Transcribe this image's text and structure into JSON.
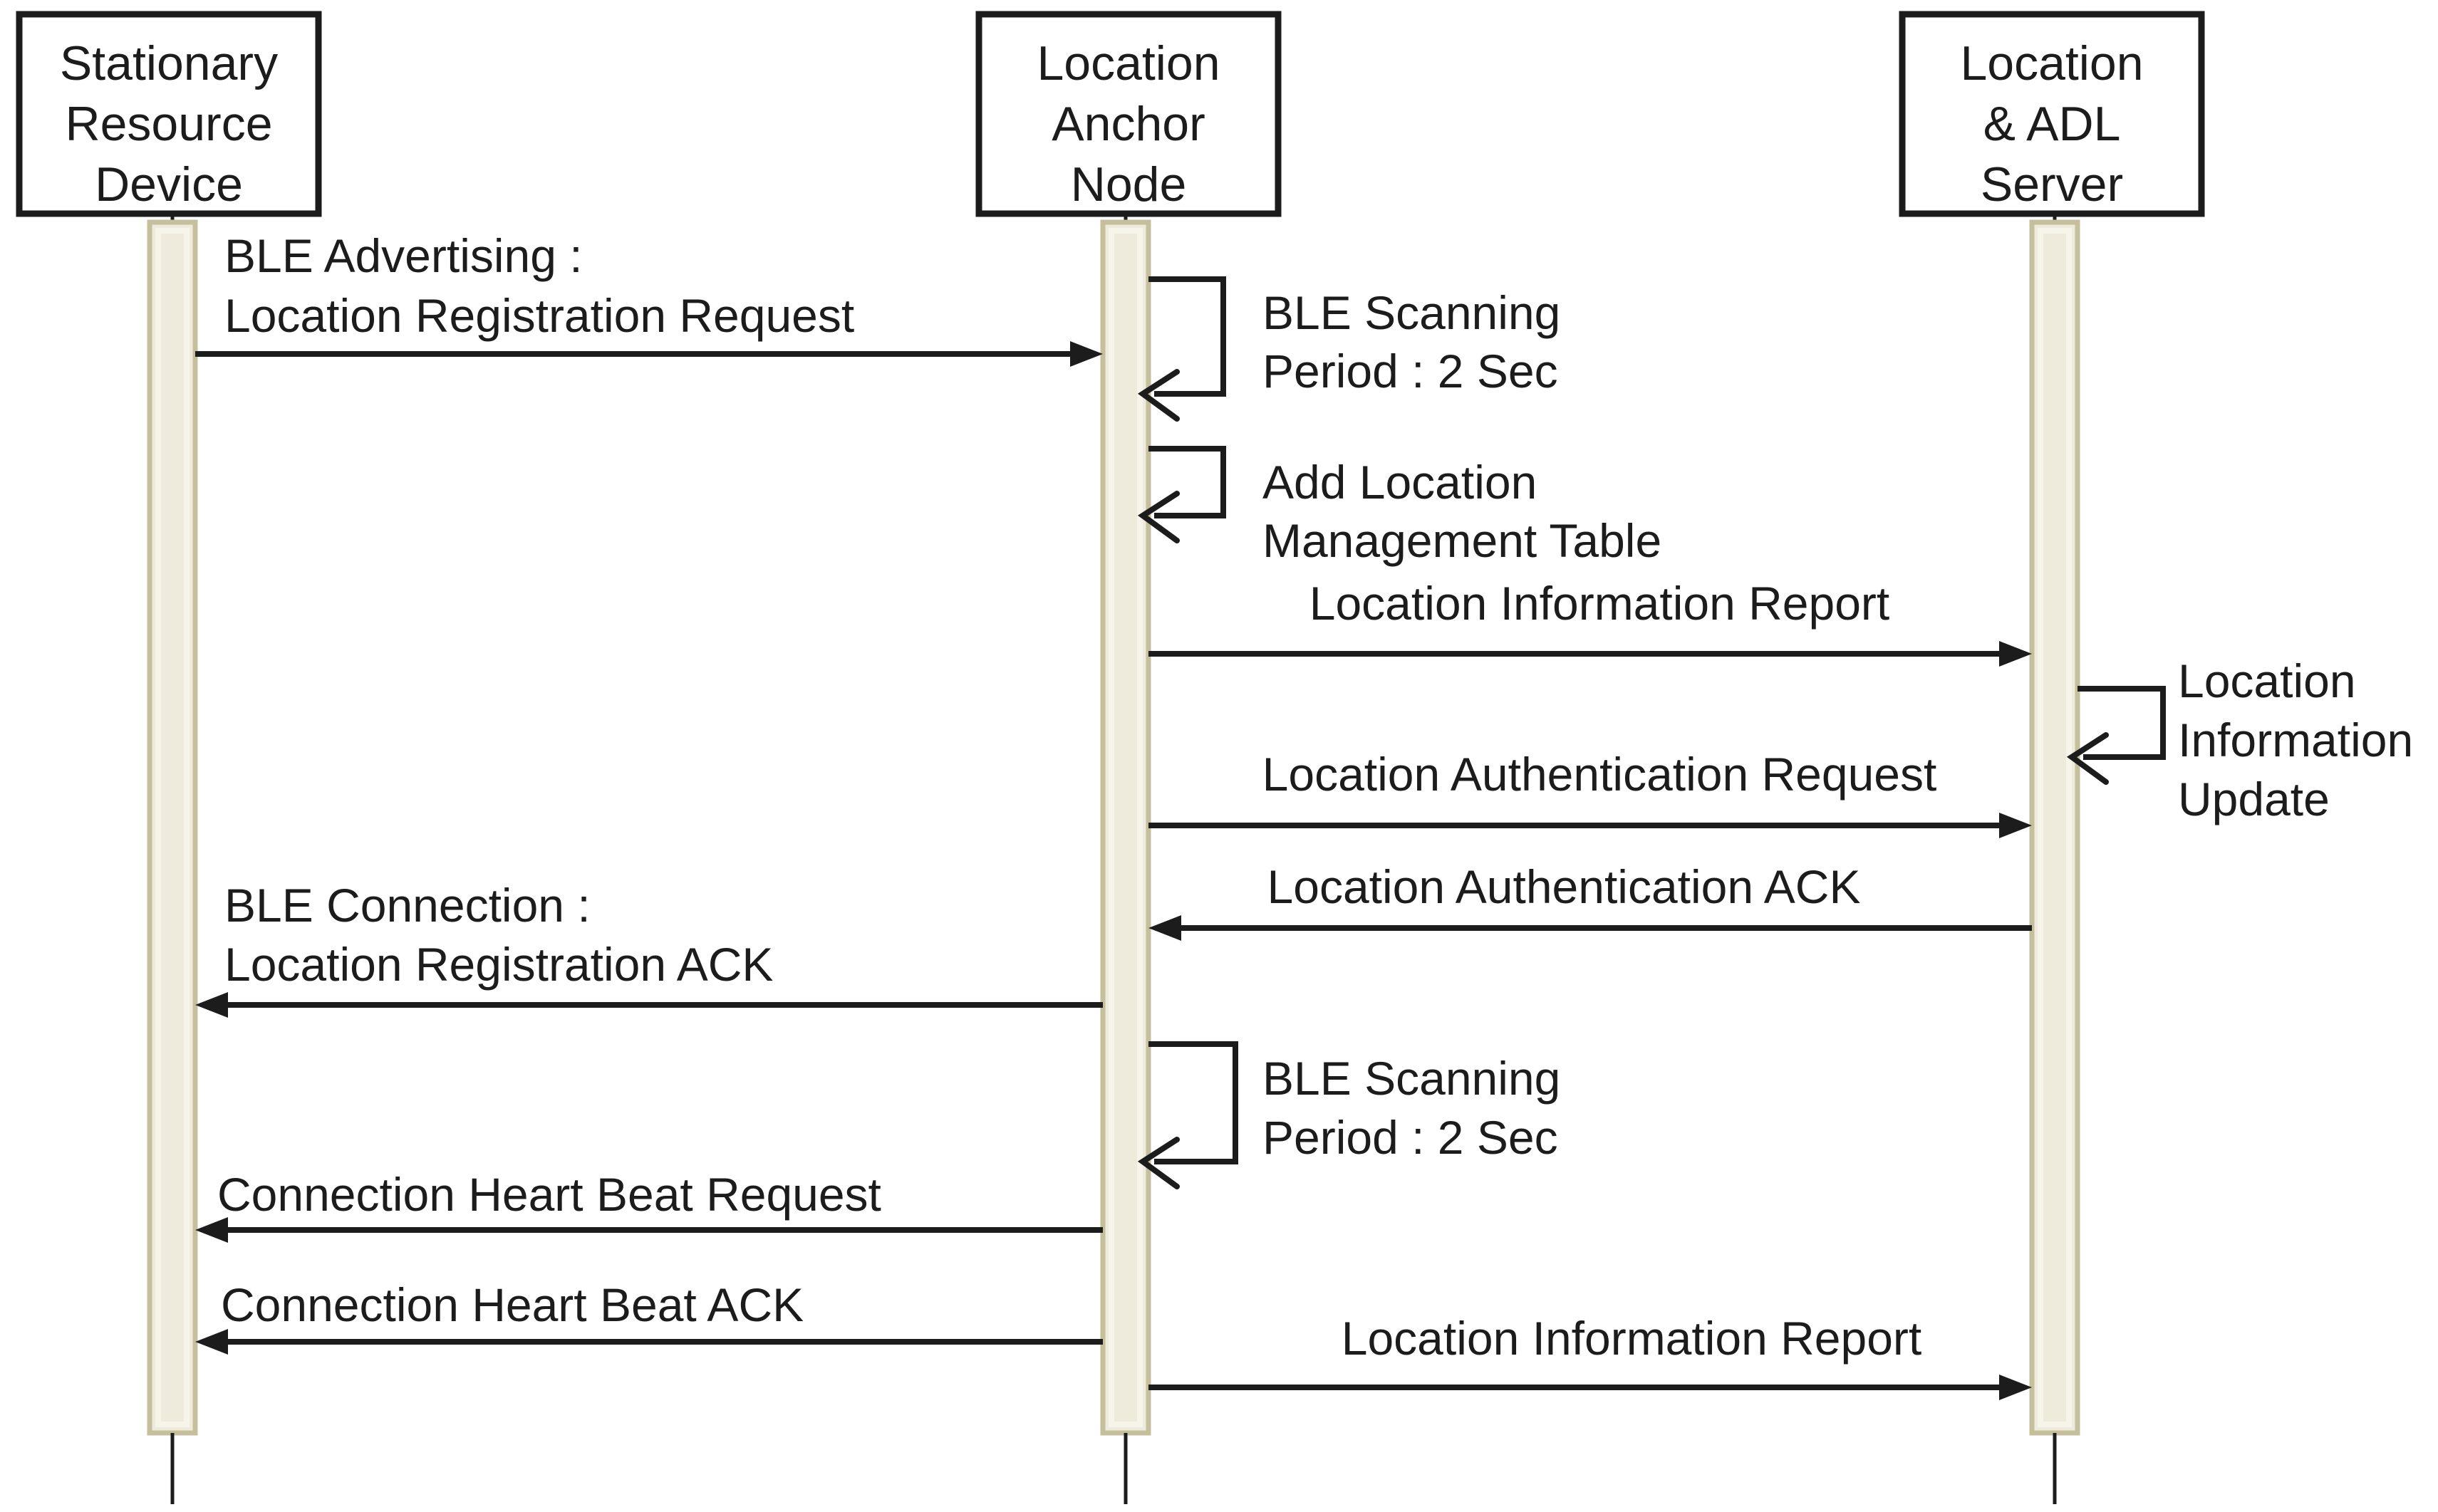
{
  "diagram_type": "sequence-diagram",
  "colors": {
    "background": "#ffffff",
    "line": "#1c1c1c",
    "text": "#1c1c1c",
    "actor_box_fill": "#ffffff",
    "actor_box_border": "#1c1c1c",
    "activation_fill": "#eeebdc",
    "activation_border": "#c5bf9b",
    "activation_highlight": "#f7f5e9"
  },
  "actors": [
    {
      "id": "stationary-resource-device",
      "lines": [
        "Stationary",
        "Resource",
        "Device"
      ]
    },
    {
      "id": "location-anchor-node",
      "lines": [
        "Location",
        "Anchor",
        "Node"
      ]
    },
    {
      "id": "location-adl-server",
      "lines": [
        "Location",
        "& ADL",
        "Server"
      ]
    }
  ],
  "messages": [
    {
      "id": "m1",
      "type": "message",
      "from": "stationary-resource-device",
      "to": "location-anchor-node",
      "direction": "right",
      "lines": [
        "BLE Advertising :",
        "Location Registration Request"
      ]
    },
    {
      "id": "m2",
      "type": "self",
      "actor": "location-anchor-node",
      "lines": [
        "BLE Scanning",
        "Period : 2 Sec"
      ]
    },
    {
      "id": "m3",
      "type": "self",
      "actor": "location-anchor-node",
      "lines": [
        "Add Location",
        "Management Table"
      ]
    },
    {
      "id": "m4",
      "type": "message",
      "from": "location-anchor-node",
      "to": "location-adl-server",
      "direction": "right",
      "lines": [
        "Location Information Report"
      ]
    },
    {
      "id": "m5",
      "type": "self",
      "actor": "location-adl-server",
      "lines": [
        "Location",
        "Information",
        "Update"
      ]
    },
    {
      "id": "m6",
      "type": "message",
      "from": "location-anchor-node",
      "to": "location-adl-server",
      "direction": "right",
      "lines": [
        "Location Authentication Request"
      ]
    },
    {
      "id": "m7",
      "type": "message",
      "from": "location-adl-server",
      "to": "location-anchor-node",
      "direction": "left",
      "lines": [
        "Location Authentication ACK"
      ]
    },
    {
      "id": "m8",
      "type": "message",
      "from": "location-anchor-node",
      "to": "stationary-resource-device",
      "direction": "left",
      "lines": [
        "BLE Connection :",
        "Location Registration ACK"
      ]
    },
    {
      "id": "m9",
      "type": "self",
      "actor": "location-anchor-node",
      "lines": [
        "BLE Scanning",
        "Period : 2 Sec"
      ]
    },
    {
      "id": "m10",
      "type": "message",
      "from": "location-anchor-node",
      "to": "stationary-resource-device",
      "direction": "left",
      "lines": [
        "Connection Heart Beat Request"
      ]
    },
    {
      "id": "m11",
      "type": "message",
      "from": "location-anchor-node",
      "to": "stationary-resource-device",
      "direction": "left",
      "lines": [
        "Connection Heart Beat ACK"
      ]
    },
    {
      "id": "m12",
      "type": "message",
      "from": "location-anchor-node",
      "to": "location-adl-server",
      "direction": "right",
      "lines": [
        "Location Information Report"
      ]
    }
  ]
}
